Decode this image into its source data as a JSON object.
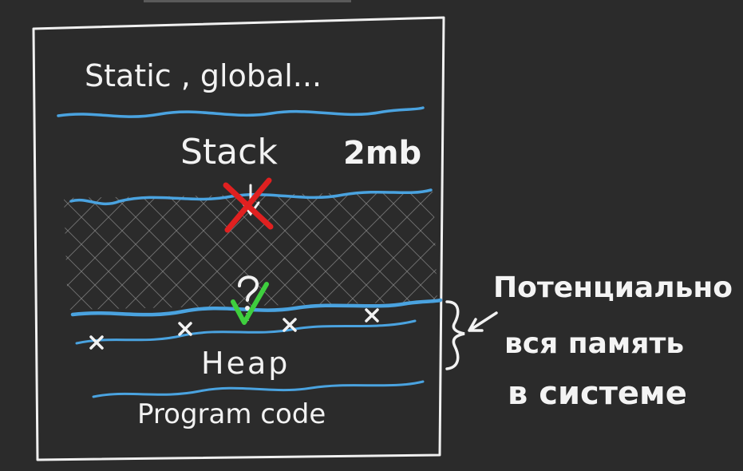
{
  "diagram": {
    "sections": {
      "static": "Static , global...",
      "stack": "Stack",
      "stack_size": "2mb",
      "heap": "Heap",
      "program": "Program code"
    },
    "annotation": {
      "line1": "Потенциально",
      "line2": "вся память",
      "line3": "в системе"
    },
    "colors": {
      "board": "#2b2b2b",
      "chalk": "#f2f2f2",
      "wave": "#4aa3e0",
      "cross": "#e02020",
      "check": "#3ecf3e",
      "hatch": "#8a8a8a"
    }
  }
}
